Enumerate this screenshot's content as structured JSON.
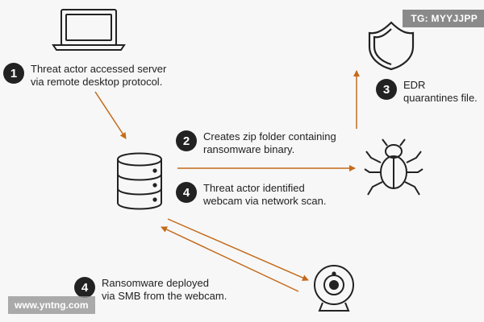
{
  "corner_badge": "TG: MYYJJPP",
  "watermark": "www.yntng.com",
  "accent_color": "#c46b1a",
  "nodes": {
    "laptop": "laptop-icon",
    "server": "database-server-icon",
    "shield": "shield-icon",
    "bug": "bug-icon",
    "webcam": "webcam-icon"
  },
  "steps": [
    {
      "number": "1",
      "line1": "Threat actor accessed server",
      "line2": "via remote desktop protocol."
    },
    {
      "number": "2",
      "line1": "Creates zip folder containing",
      "line2": "ransomware binary."
    },
    {
      "number": "3",
      "line1": "EDR",
      "line2": "quarantines file."
    },
    {
      "number": "4",
      "line1": "Threat actor identified",
      "line2": "webcam via network scan."
    },
    {
      "number": "4",
      "line1": "Ransomware deployed",
      "line2": "via SMB from the webcam."
    }
  ]
}
